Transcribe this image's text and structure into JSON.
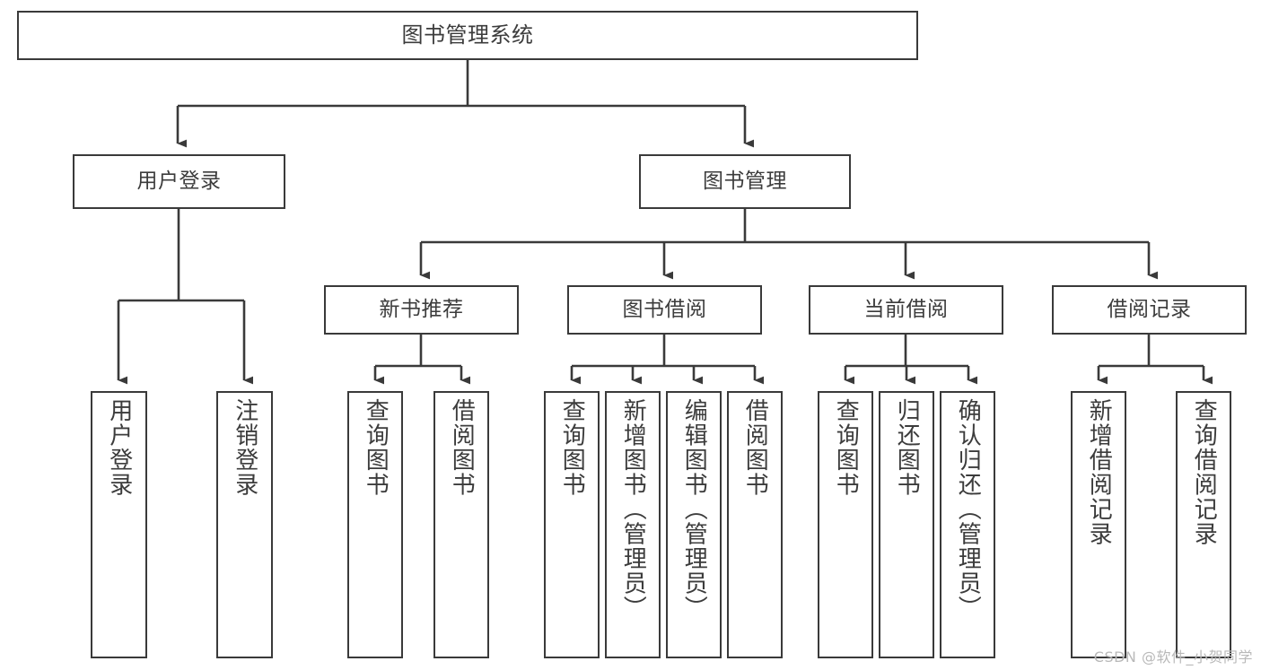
{
  "diagram": {
    "title": "图书管理系统",
    "watermark": "CSDN @软件_小贺同学",
    "colors": {
      "stroke": "#3a3a3a",
      "fill": "#ffffff",
      "text": "#3c3c3c",
      "watermark": "#b9b9b9"
    },
    "root": {
      "label": "图书管理系统"
    },
    "level1": [
      {
        "label": "用户登录"
      },
      {
        "label": "图书管理"
      }
    ],
    "level2": [
      {
        "label": "新书推荐"
      },
      {
        "label": "图书借阅"
      },
      {
        "label": "当前借阅"
      },
      {
        "label": "借阅记录"
      }
    ],
    "leaves": {
      "user_login": [
        {
          "label": "用户登录"
        },
        {
          "label": "注销登录"
        }
      ],
      "new_book_recommend": [
        {
          "label": "查询图书"
        },
        {
          "label": "借阅图书"
        }
      ],
      "book_borrow": [
        {
          "label": "查询图书"
        },
        {
          "label": "新增图书（管理员）"
        },
        {
          "label": "编辑图书（管理员）"
        },
        {
          "label": "借阅图书"
        }
      ],
      "current_borrow": [
        {
          "label": "查询图书"
        },
        {
          "label": "归还图书"
        },
        {
          "label": "确认归还（管理员）"
        }
      ],
      "borrow_record": [
        {
          "label": "新增借阅记录"
        },
        {
          "label": "查询借阅记录"
        }
      ]
    }
  }
}
